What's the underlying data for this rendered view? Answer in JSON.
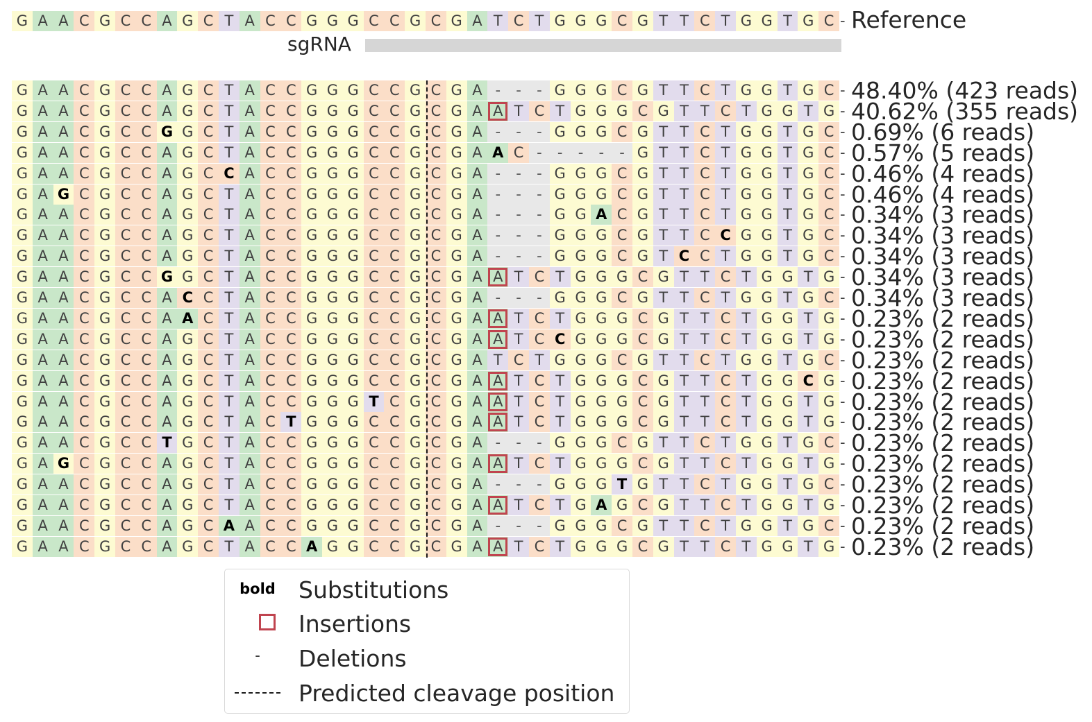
{
  "colors": {
    "A": "#c9e7c9",
    "C": "#fbdec8",
    "G": "#fdfbd2",
    "T": "#e2dced",
    "deletion": "#e8e8e8",
    "insertion_box": "#c0444f",
    "sgrna_bar": "#d6d6d6"
  },
  "reference": {
    "label": "Reference",
    "seq": "GAACGCCAGCTACCGGGCCGCGATCTGGGCGTTCTGGTGC",
    "tail": "-"
  },
  "sgrna_label": "sgRNA",
  "alleles": [
    {
      "label": "48.40% (423 reads)",
      "seq": "GAACGCCAGCTACCGGGCCGCGA---GGGCGTTCTGGTGC",
      "subs": [],
      "ins": []
    },
    {
      "label": "40.62% (355 reads)",
      "seq": "GAACGCCAGCTACCGGGCCGCGAATCTGGGCGTTCTGGTG",
      "subs": [],
      "ins": [
        23
      ]
    },
    {
      "label": "0.69% (6 reads)",
      "seq": "GAACGCCGGCTACCGGGCCGCGA---GGGCGTTCTGGTGC",
      "subs": [
        7
      ],
      "ins": []
    },
    {
      "label": "0.57% (5 reads)",
      "seq": "GAACGCCAGCTACCGGGCCGCGAAC-----GTTCTGGTGC",
      "subs": [
        23
      ],
      "ins": []
    },
    {
      "label": "0.46% (4 reads)",
      "seq": "GAACGCCAGCCACCGGGCCGCGA---GGGCGTTCTGGTGC",
      "subs": [
        10
      ],
      "ins": []
    },
    {
      "label": "0.46% (4 reads)",
      "seq": "GAGCGCCAGCTACCGGGCCGCGA---GGGCGTTCTGGTGC",
      "subs": [
        2
      ],
      "ins": []
    },
    {
      "label": "0.34% (3 reads)",
      "seq": "GAACGCCAGCTACCGGGCCGCGA---GGACGTTCTGGTGC",
      "subs": [
        28
      ],
      "ins": []
    },
    {
      "label": "0.34% (3 reads)",
      "seq": "GAACGCCAGCTACCGGGCCGCGA---GGGCGTTCCGGTGC",
      "subs": [
        34
      ],
      "ins": []
    },
    {
      "label": "0.34% (3 reads)",
      "seq": "GAACGCCAGCTACCGGGCCGCGA---GGGCGTCCTGGTGC",
      "subs": [
        32
      ],
      "ins": []
    },
    {
      "label": "0.34% (3 reads)",
      "seq": "GAACGCCGGCTACCGGGCCGCGAATCTGGGCGTTCTGGTG",
      "subs": [
        7
      ],
      "ins": [
        23
      ]
    },
    {
      "label": "0.34% (3 reads)",
      "seq": "GAACGCCACCTACCGGGCCGCGA---GGGCGTTCTGGTGC",
      "subs": [
        8
      ],
      "ins": []
    },
    {
      "label": "0.23% (2 reads)",
      "seq": "GAACGCCAACTACCGGGCCGCGAATCTGGGCGTTCTGGTG",
      "subs": [
        8
      ],
      "ins": [
        23
      ]
    },
    {
      "label": "0.23% (2 reads)",
      "seq": "GAACGCCAGCTACCGGGCCGCGAATCCGGGCGTTCTGGTG",
      "subs": [
        26
      ],
      "ins": [
        23
      ]
    },
    {
      "label": "0.23% (2 reads)",
      "seq": "GAACGCCAGCTACCGGGCCGCGATCTGGGCGTTCTGGTGC",
      "subs": [],
      "ins": []
    },
    {
      "label": "0.23% (2 reads)",
      "seq": "GAACGCCAGCTACCGGGCCGCGAATCTGGGCGTTCTGGCG",
      "subs": [
        38
      ],
      "ins": [
        23
      ]
    },
    {
      "label": "0.23% (2 reads)",
      "seq": "GAACGCCAGCTACCGGGTCGCGAATCTGGGCGTTCTGGTG",
      "subs": [
        17
      ],
      "ins": [
        23
      ]
    },
    {
      "label": "0.23% (2 reads)",
      "seq": "GAACGCCAGCTACTGGGCCGCGAATCTGGGCGTTCTGGTG",
      "subs": [
        13
      ],
      "ins": [
        23
      ]
    },
    {
      "label": "0.23% (2 reads)",
      "seq": "GAACGCCTGCTACCGGGCCGCGA---GGGCGTTCTGGTGC",
      "subs": [
        7
      ],
      "ins": []
    },
    {
      "label": "0.23% (2 reads)",
      "seq": "GAGCGCCAGCTACCGGGCCGCGAATCTGGGCGTTCTGGTG",
      "subs": [
        2
      ],
      "ins": [
        23
      ]
    },
    {
      "label": "0.23% (2 reads)",
      "seq": "GAACGCCAGCTACCGGGCCGCGA---GGGTGTTCTGGTGC",
      "subs": [
        29
      ],
      "ins": []
    },
    {
      "label": "0.23% (2 reads)",
      "seq": "GAACGCCAGCTACCGGGCCGCGAATCTGAGCGTTCTGGTG",
      "subs": [
        28
      ],
      "ins": [
        23
      ]
    },
    {
      "label": "0.23% (2 reads)",
      "seq": "GAACGCCAGCAACCGGGCCGCGA---GGGCGTTCTGGTGC",
      "subs": [
        10
      ],
      "ins": []
    },
    {
      "label": "0.23% (2 reads)",
      "seq": "GAACGCCAGCTACCAGGCCGCGAATCTGGGCGTTCTGGTG",
      "subs": [
        14
      ],
      "ins": [
        23
      ]
    }
  ],
  "legend": {
    "bold_key": "bold",
    "substitutions": "Substitutions",
    "insertions": "Insertions",
    "deletions_key": "-",
    "deletions": "Deletions",
    "cleavage": "Predicted cleavage position"
  }
}
